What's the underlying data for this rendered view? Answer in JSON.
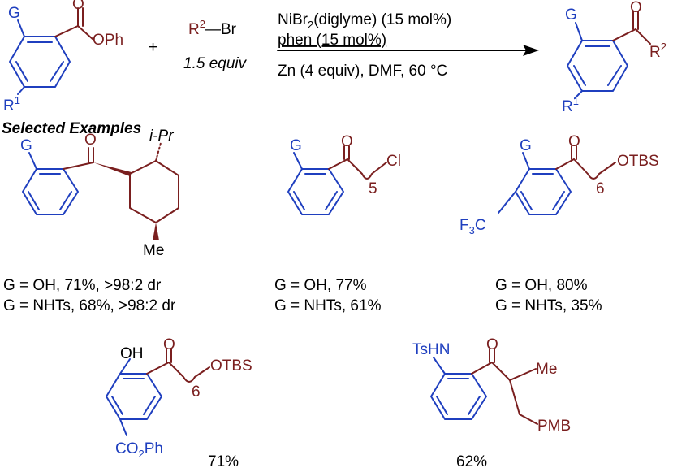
{
  "scheme": {
    "reagent": "R",
    "reagent_sup": "2",
    "reagent_br": "—Br",
    "equiv": "1.5 equiv",
    "plus": "+",
    "condition1_a": "NiBr",
    "condition1_sub": "2",
    "condition1_b": "(diglyme) (15 mol%)",
    "condition2": "phen (15 mol%)",
    "condition3": "Zn (4 equiv), DMF, 60 °C"
  },
  "start": {
    "g": "G",
    "ester": "OPh",
    "o": "O",
    "r1": "R",
    "r1_sup": "1"
  },
  "product": {
    "g": "G",
    "o": "O",
    "r1": "R",
    "r1_sup": "1",
    "r2": "R",
    "r2_sup": "2"
  },
  "section_title": "Selected Examples",
  "examples": [
    {
      "g": "G",
      "o": "O",
      "ipr": "i-Pr",
      "me": "Me",
      "line1": "G = OH, 71%, >98:2 dr",
      "line2": "G = NHTs, 68%, >98:2 dr"
    },
    {
      "g": "G",
      "o": "O",
      "chain_sub": "5",
      "end": "Cl",
      "line1": "G  =  OH,  77%",
      "line2": "G = NHTs, 61%"
    },
    {
      "g": "G",
      "o": "O",
      "chain_sub": "6",
      "end": "OTBS",
      "cf3_a": "F",
      "cf3_sub": "3",
      "cf3_b": "C",
      "line1": "G  =  OH,  80%",
      "line2": "G = NHTs, 35%"
    },
    {
      "g": "OH",
      "o": "O",
      "chain_sub": "6",
      "end": "OTBS",
      "co2_a": "CO",
      "co2_sub": "2",
      "co2_b": "Ph",
      "yield": "71%"
    },
    {
      "g": "TsHN",
      "o": "O",
      "me": "Me",
      "end": "PMB",
      "yield": "62%"
    }
  ]
}
